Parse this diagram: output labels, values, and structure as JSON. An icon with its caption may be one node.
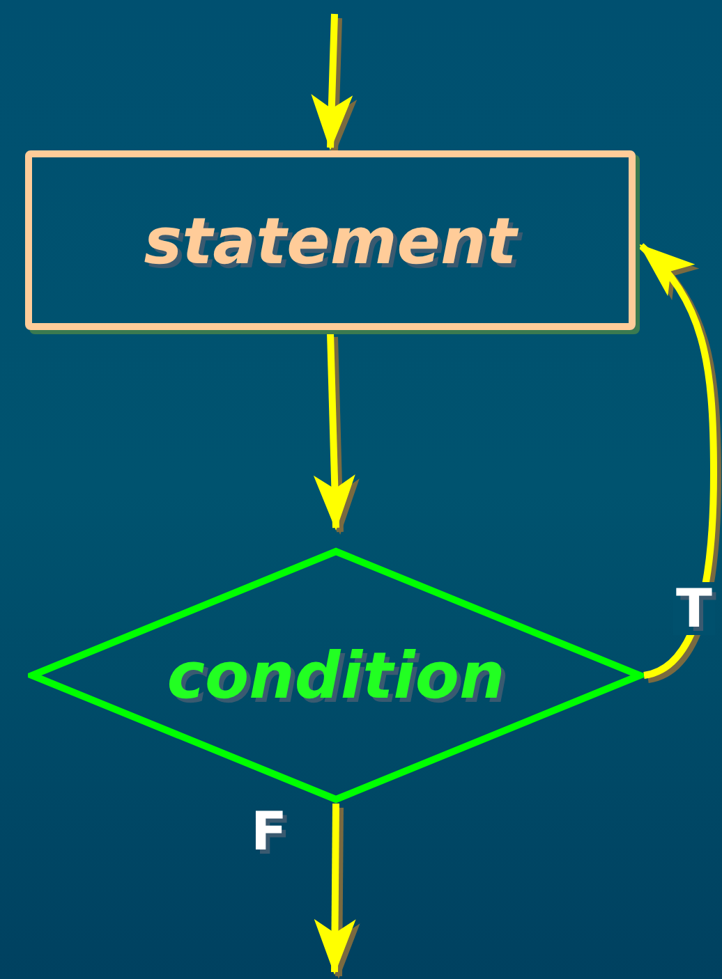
{
  "diagram": {
    "nodes": [
      {
        "text": [
          "statement"
        ]
      },
      {
        "text": [
          "condition"
        ]
      }
    ],
    "edges": [
      {
        "from": null,
        "to": 0,
        "arrow": "to"
      },
      {
        "from": 0,
        "to": 1,
        "arrow": "to"
      },
      {
        "from": 1,
        "to": 0,
        "arrow": "to",
        "label": "T"
      },
      {
        "from": 1,
        "to": null,
        "arrow": "to",
        "label": "F"
      }
    ]
  }
}
